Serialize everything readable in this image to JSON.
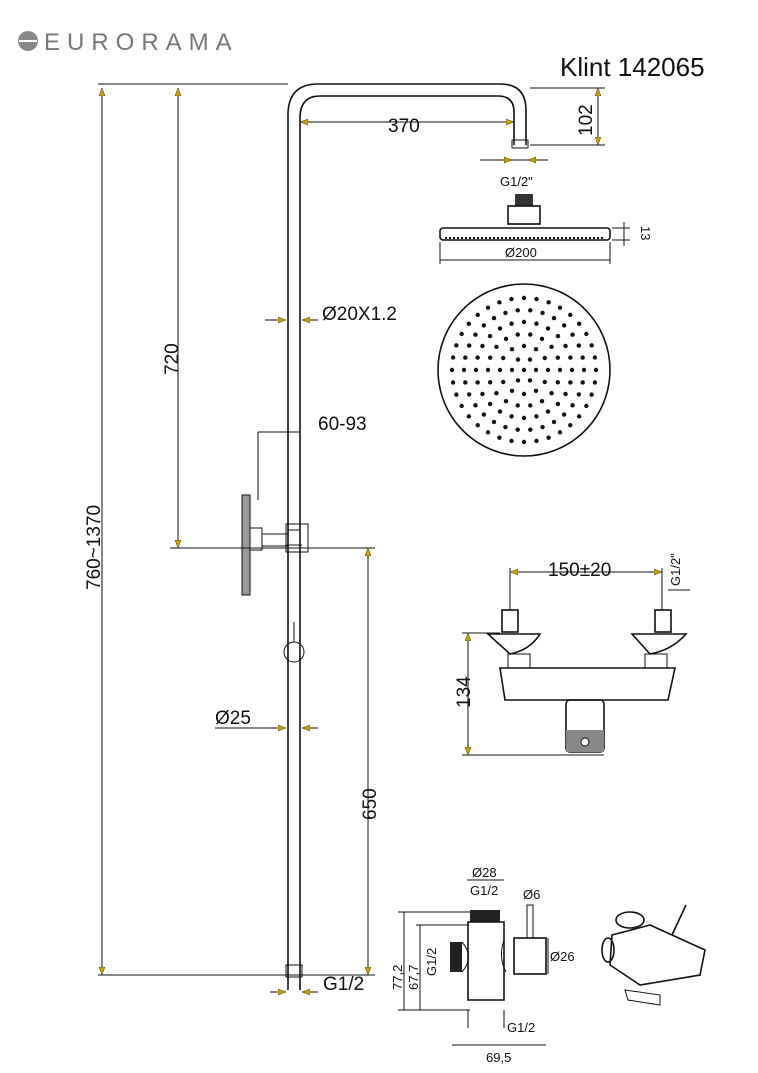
{
  "brand": {
    "logo_text": "EURORAMA"
  },
  "title": "Klint 142065",
  "shower_column": {
    "arm_length": "370",
    "arm_drop": "102",
    "head_thread": "G1/2\"",
    "head_thickness": "13",
    "head_diameter": "Ø200",
    "pipe_upper": "Ø20X1.2",
    "height_to_bracket": "720",
    "total_height": "760~1370",
    "wall_offset": "60-93",
    "pipe_lower": "Ø25",
    "lower_height": "650",
    "inlet_thread": "G1/2"
  },
  "mixer": {
    "centers": "150±20",
    "thread": "G1/2\"",
    "height": "134"
  },
  "diverter": {
    "top_diameter": "Ø28",
    "top_thread": "G1/2",
    "knob_diameter": "Ø6",
    "side_thread": "G1/2",
    "body_diameter": "Ø26",
    "bottom_thread": "G1/2",
    "height_total": "77,2",
    "height_inner": "67,7",
    "width": "69,5"
  }
}
